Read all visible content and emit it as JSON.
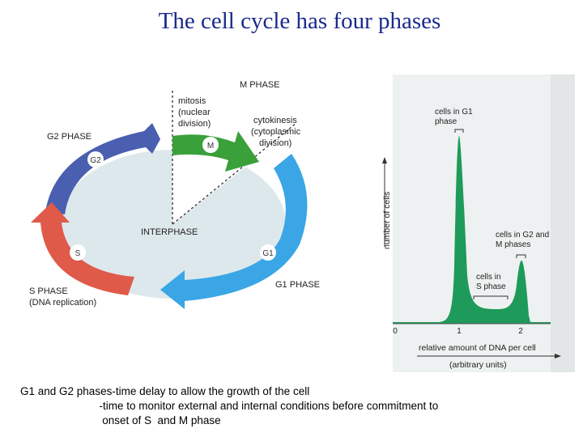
{
  "title": "The cell cycle has four phases",
  "cycle": {
    "m_phase": "M PHASE",
    "mitosis": [
      "mitosis",
      "(nuclear",
      "division)"
    ],
    "cytokinesis": [
      "cytokinesis",
      "(cytoplasmic",
      "division)"
    ],
    "g2_phase": "G2 PHASE",
    "interphase": "INTERPHASE",
    "s_phase": [
      "S PHASE",
      "(DNA replication)"
    ],
    "g1_phase": "G1 PHASE",
    "markers": {
      "m": "M",
      "g2": "G2",
      "s": "S",
      "g1": "G1"
    },
    "colors": {
      "m": "#3aa03a",
      "g2": "#4a5fb0",
      "s": "#e05a4a",
      "g1": "#3aa6e6",
      "center": "#dde8ec"
    }
  },
  "histogram": {
    "ylabel": "number of cells",
    "xlabel": [
      "relative amount of DNA per cell",
      "(arbitrary units)"
    ],
    "ticks": [
      "0",
      "1",
      "2"
    ],
    "annotations": {
      "g1": [
        "cells in G1",
        "phase"
      ],
      "g2m": [
        "cells in G2 and",
        "M phases"
      ],
      "s": [
        "cells in",
        "S phase"
      ]
    },
    "color": "#1e9a5a"
  },
  "caption": {
    "line1": "G1 and G2 phases-time delay to allow the growth of the cell",
    "line2": "                          -time to monitor external and internal conditions before commitment to",
    "line3": "                           onset of S  and M phase"
  }
}
